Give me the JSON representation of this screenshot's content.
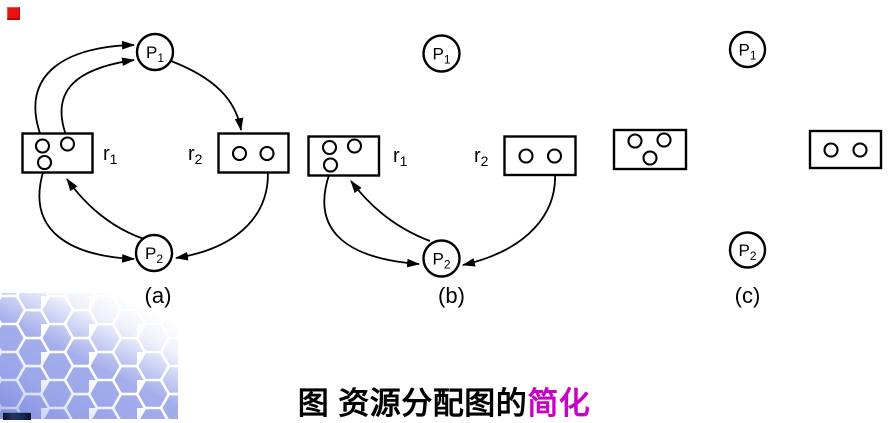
{
  "slide": {
    "caption": {
      "prefix": "图 资源分配图的",
      "highlight": "简化"
    },
    "colors": {
      "accent_red": "#e8120e",
      "caption_highlight": "#c800c8",
      "honeycomb": "#94a0e8",
      "line": "#000000"
    }
  },
  "diagrams": [
    {
      "label": "(a)",
      "p1": {
        "main": "P",
        "sub": "1"
      },
      "p2": {
        "main": "P",
        "sub": "2"
      },
      "r1": {
        "main": "r",
        "sub": "1"
      },
      "r2": {
        "main": "r",
        "sub": "2"
      },
      "r1_units": 3,
      "r2_units": 2,
      "edges": [
        "r1→P1",
        "r1→P1",
        "P1→r2",
        "r2→P2",
        "r1→P2",
        "P2→r1"
      ]
    },
    {
      "label": "(b)",
      "p1": {
        "main": "P",
        "sub": "1"
      },
      "p2": {
        "main": "P",
        "sub": "2"
      },
      "r1": {
        "main": "r",
        "sub": "1"
      },
      "r2": {
        "main": "r",
        "sub": "2"
      },
      "r1_units": 3,
      "r2_units": 2,
      "edges": [
        "r1→P2",
        "P2→r1",
        "r2→P2"
      ]
    },
    {
      "label": "(c)",
      "p1": {
        "main": "P",
        "sub": "1"
      },
      "p2": {
        "main": "P",
        "sub": "2"
      },
      "r1_units": 3,
      "r2_units": 2,
      "edges": []
    }
  ]
}
